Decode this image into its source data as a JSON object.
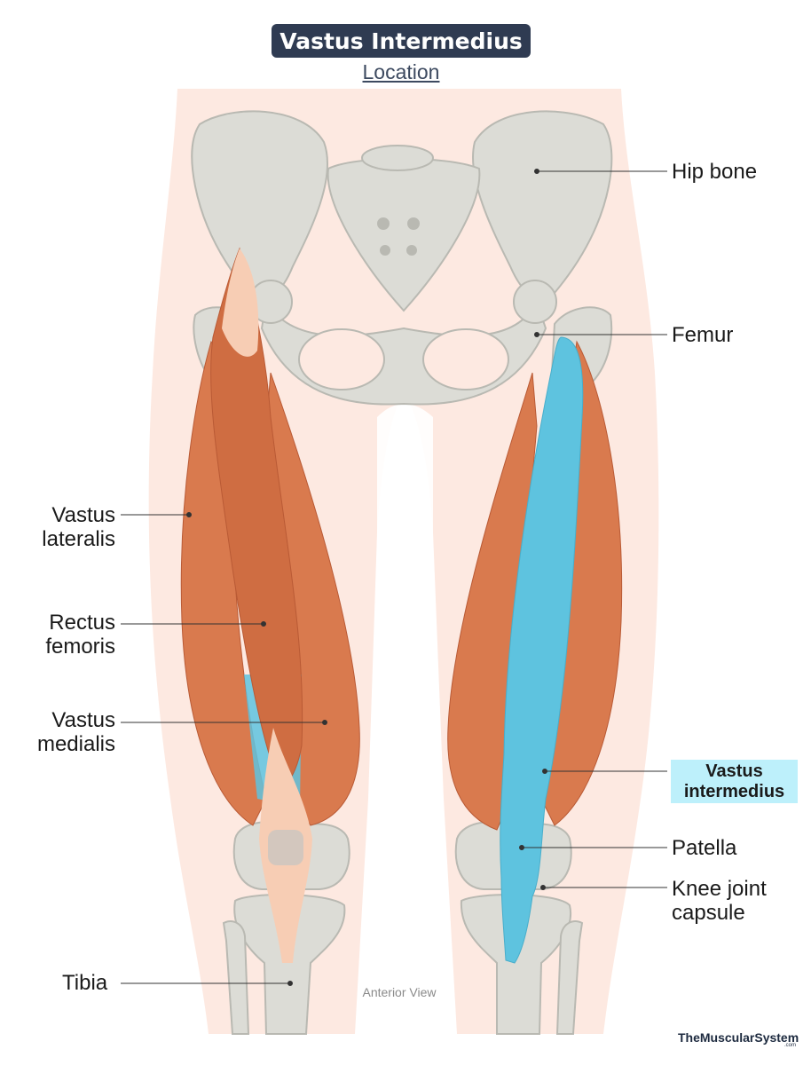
{
  "title": "Vastus Intermedius",
  "subtitle": "Location",
  "view_label": "Anterior View",
  "brand": {
    "name": "TheMuscularSystem",
    "tld": ".com"
  },
  "labels": {
    "hip_bone": "Hip bone",
    "femur": "Femur",
    "vastus_lateralis": [
      "Vastus",
      "lateralis"
    ],
    "rectus_femoris": [
      "Rectus",
      "femoris"
    ],
    "vastus_medialis": [
      "Vastus",
      "medialis"
    ],
    "vastus_intermedius": [
      "Vastus",
      "intermedius"
    ],
    "patella": "Patella",
    "knee_joint_capsule": [
      "Knee joint",
      "capsule"
    ],
    "tibia": "Tibia"
  },
  "colors": {
    "skin": "#fde9e1",
    "bone": "#dcdcd6",
    "bone_edge": "#b9b9b2",
    "muscle": "#d97a4e",
    "muscle_dark": "#c2603a",
    "tendon": "#f7cdb4",
    "highlight_muscle": "#5ec3df",
    "highlight_label_bg": "#bdf0fb",
    "title_bg": "#2f3b52"
  }
}
